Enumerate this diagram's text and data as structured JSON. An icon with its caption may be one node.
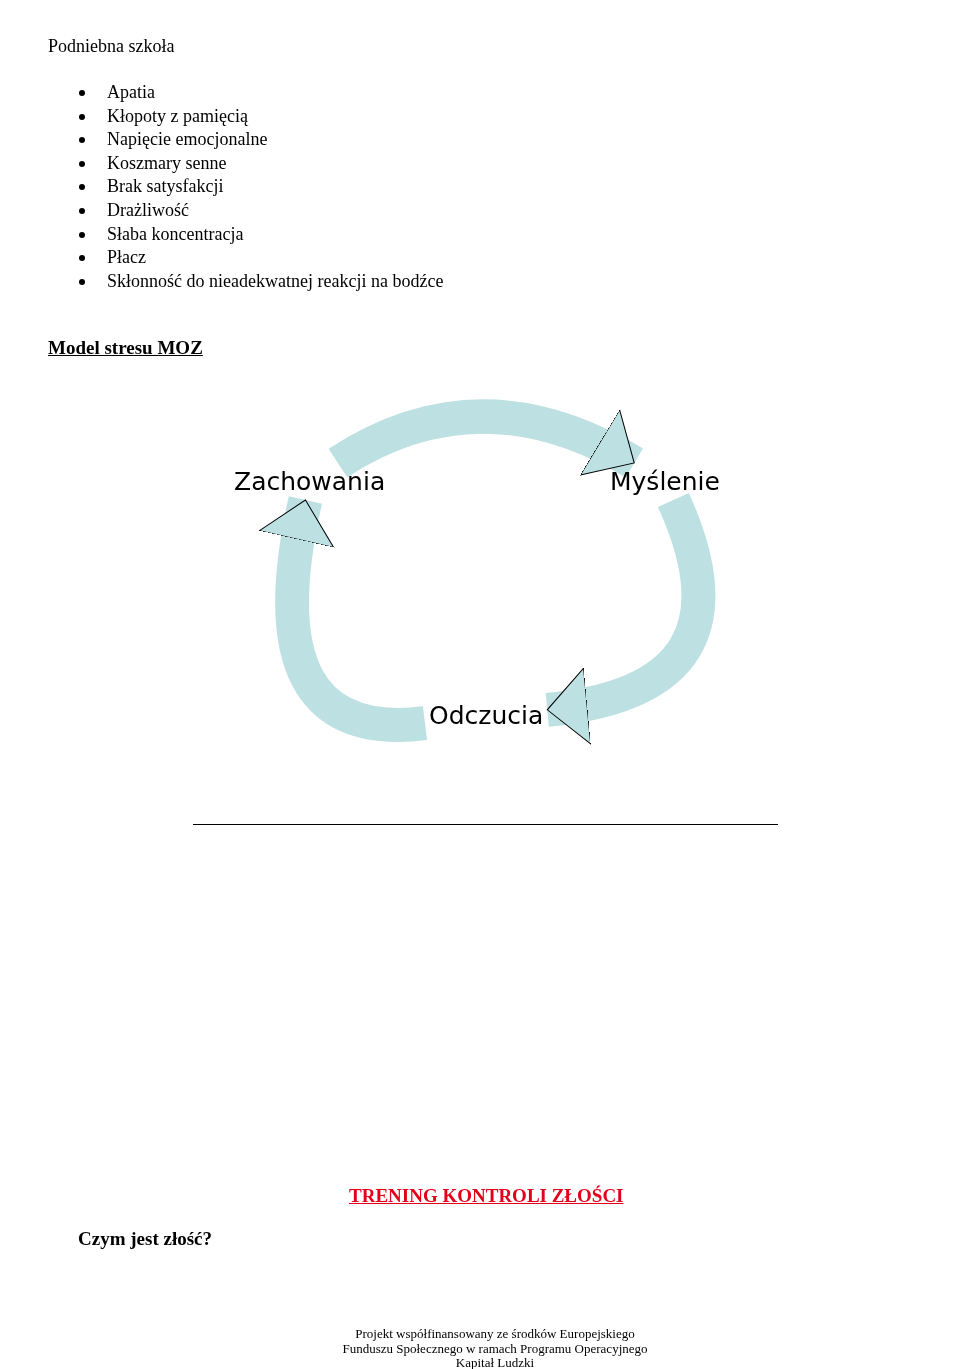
{
  "diagram": {
    "title": "Model stresu MOZ",
    "nodes": [
      {
        "text": [
          "Zachowania"
        ]
      },
      {
        "text": [
          "Myślenie"
        ]
      },
      {
        "text": [
          "Odczucia"
        ]
      }
    ],
    "edges": [
      {
        "from": 0,
        "to": 1,
        "arrow": "to"
      },
      {
        "from": 1,
        "to": 2,
        "arrow": "to"
      },
      {
        "from": 2,
        "to": 0,
        "arrow": "to"
      }
    ],
    "labels": [
      "Podniebna szkoła",
      "Apatia",
      "Kłopoty z pamięcią",
      "Napięcie emocjonalne",
      "Koszmary senne",
      "Brak satysfakcji",
      "Drażliwość",
      "Słaba koncentracja",
      "Płacz",
      "Skłonność do nieadekwatnej reakcji na bodźce",
      "TRENING KONTROLI ZŁOŚCI",
      "Czym jest złość?",
      "Projekt współfinansowany ze środków Europejskiego Funduszu Społecznego w ramach Programu Operacyjnego Kapitał Ludzki"
    ]
  }
}
